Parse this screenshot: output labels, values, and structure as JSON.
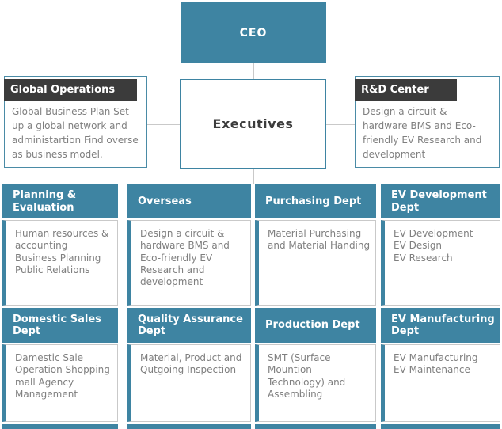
{
  "colors": {
    "teal": "#3e84a2",
    "dark_header": "#3b3b3b",
    "body_text": "#7f7f7f",
    "connector_line": "#c9c9c9",
    "card_border": "#c9c9c9",
    "background": "#ffffff"
  },
  "org_chart": {
    "ceo": {
      "label": "CEO"
    },
    "executives": {
      "label": "Executives"
    },
    "side_boxes": {
      "global_operations": {
        "title": "Global Operations",
        "body": "Global Business Plan Set up a global network and administartion Find overse as business model."
      },
      "rd_center": {
        "title": "R&D Center",
        "body": "Design a circuit & hardware BMS and Eco-friendly EV Research and development"
      }
    },
    "departments": [
      {
        "title": "Planning & Evaluation",
        "body": "Human resources & accounting Business Planning Public Relations"
      },
      {
        "title": "Overseas",
        "body": "Design a circuit & hardware BMS and Eco-friendly EV Research and development"
      },
      {
        "title": "Purchasing Dept",
        "body": "Material Purchasing and Material Handing"
      },
      {
        "title": "EV Development Dept",
        "body": "EV Development\nEV Design\nEV Research"
      },
      {
        "title": "Domestic Sales Dept",
        "body": "Damestic Sale Operation Shopping mall Agency Management"
      },
      {
        "title": "Quality Assurance Dept",
        "body": "Material, Product and Qutgoing Inspection"
      },
      {
        "title": "Production Dept",
        "body": "SMT (Surface Mountion Technology) and Assembling"
      },
      {
        "title": "EV Manufacturing Dept",
        "body": "EV Manufacturing\nEV Maintenance"
      }
    ]
  }
}
